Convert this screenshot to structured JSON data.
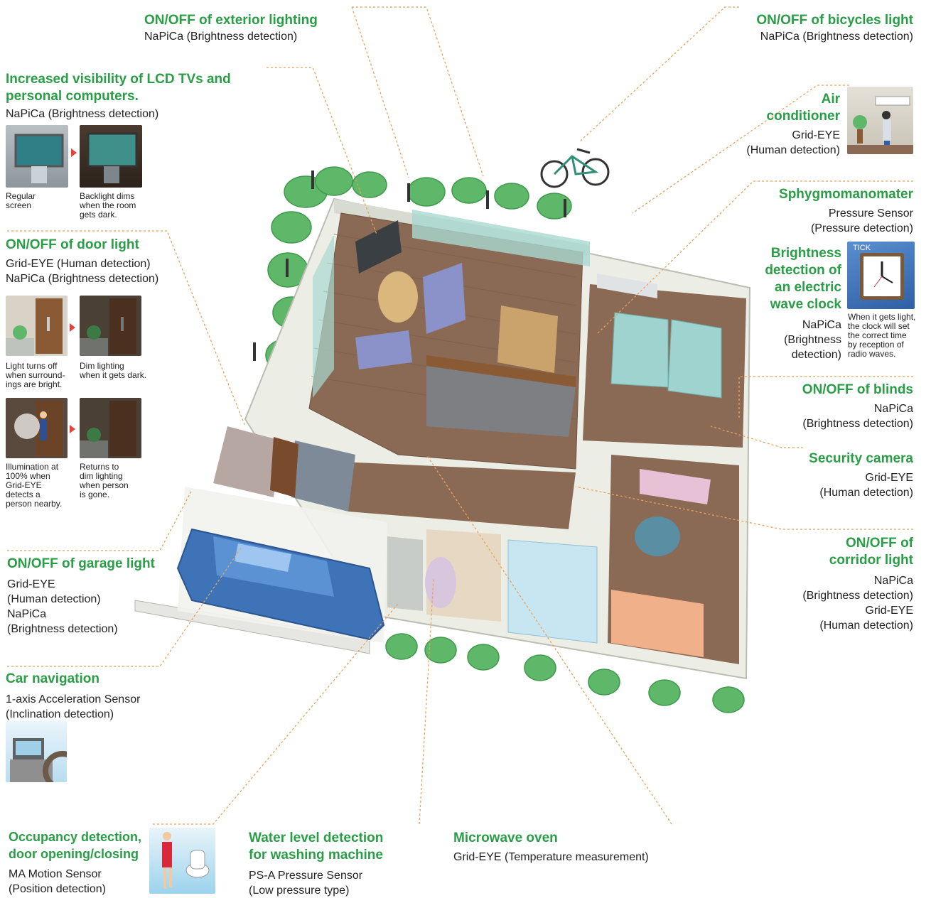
{
  "callouts": {
    "exterior": {
      "title": "ON/OFF of exterior lighting",
      "sub": "NaPiCa (Brightness detection)"
    },
    "bicycles": {
      "title": "ON/OFF of bicycles light",
      "sub": "NaPiCa (Brightness detection)"
    },
    "lcd": {
      "title": "Increased visibility of LCD TVs and\npersonal computers.",
      "sub": "NaPiCa (Brightness detection)",
      "caption_before": "Regular\nscreen",
      "caption_after": "Backlight dims\nwhen the room\ngets dark."
    },
    "aircon": {
      "title": "Air\nconditioner",
      "sub": "Grid-EYE\n(Human detection)"
    },
    "door": {
      "title": "ON/OFF of door light",
      "sub": "Grid-EYE (Human detection)\nNaPiCa (Brightness detection)",
      "cap1": "Light turns off\nwhen surround-\nings are bright.",
      "cap2": "Dim lighting\nwhen it gets dark.",
      "cap3": "Illumination at\n100% when\nGrid-EYE\ndetects a\nperson nearby.",
      "cap4": "Returns to\ndim lighting\nwhen person\nis gone."
    },
    "sphyg": {
      "title": "Sphygmomanomater",
      "sub": "Pressure Sensor\n(Pressure detection)"
    },
    "clock": {
      "title": "Brightness\ndetection of\nan electric\nwave clock",
      "sub": "NaPiCa\n(Brightness\ndetection)",
      "note": "When it gets light,\nthe clock will set\nthe correct time\nby reception of\nradio waves.",
      "tick": "TICK"
    },
    "blinds": {
      "title": "ON/OFF of blinds",
      "sub": "NaPiCa\n(Brightness detection)"
    },
    "security": {
      "title": "Security camera",
      "sub": "Grid-EYE\n(Human detection)"
    },
    "corridor": {
      "title": "ON/OFF of\ncorridor light",
      "sub": "NaPiCa\n(Brightness detection)\nGrid-EYE\n(Human detection)"
    },
    "garage": {
      "title": "ON/OFF of garage light",
      "sub": "Grid-EYE\n(Human detection)\nNaPiCa\n(Brightness detection)"
    },
    "carnav": {
      "title": "Car navigation",
      "sub": "1-axis Acceleration Sensor\n(Inclination detection)"
    },
    "occupancy": {
      "title": "Occupancy detection,\ndoor opening/closing",
      "sub": "MA Motion Sensor\n(Position detection)"
    },
    "washing": {
      "title": "Water level detection\nfor washing machine",
      "sub": "PS-A Pressure Sensor\n(Low pressure type)"
    },
    "microwave": {
      "title": "Microwave oven",
      "sub": "Grid-EYE (Temperature measurement)"
    }
  },
  "colors": {
    "title_green": "#2a9e46",
    "leader_orange": "#e9a15a",
    "arrow_red": "#e0443a"
  }
}
